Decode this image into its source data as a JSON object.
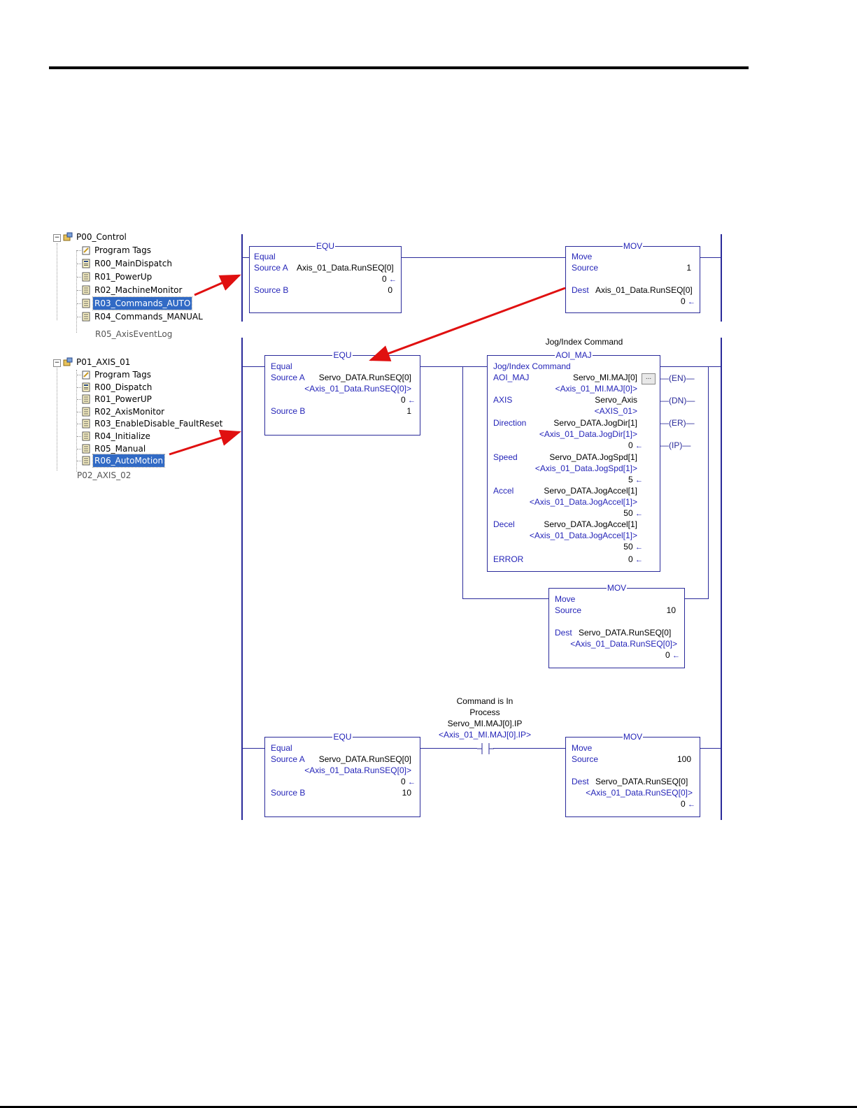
{
  "tree1": {
    "root": "P00_Control",
    "items": [
      "Program Tags",
      "R00_MainDispatch",
      "R01_PowerUp",
      "R02_MachineMonitor",
      "R03_Commands_AUTO",
      "R04_Commands_MANUAL"
    ],
    "selected_index": 4,
    "cut_label": "R05_AxisEventLog"
  },
  "tree2": {
    "root": "P01_AXIS_01",
    "items": [
      "Program Tags",
      "R00_Dispatch",
      "R01_PowerUP",
      "R02_AxisMonitor",
      "R03_EnableDisable_FaultReset",
      "R04_Initialize",
      "R05_Manual",
      "R06_AutoMotion"
    ],
    "selected_index": 7,
    "cut_label": "P02_AXIS_02"
  },
  "rung1": {
    "equ": {
      "title": "EQU",
      "name": "Equal",
      "source_a_label": "Source A",
      "source_a_tag": "Axis_01_Data.RunSEQ[0]",
      "source_a_value": "0",
      "source_b_label": "Source B",
      "source_b_value": "0"
    },
    "mov": {
      "title": "MOV",
      "name": "Move",
      "source_label": "Source",
      "source_value": "1",
      "dest_label": "Dest",
      "dest_tag": "Axis_01_Data.RunSEQ[0]",
      "dest_value": "0"
    }
  },
  "rung2": {
    "equ": {
      "title": "EQU",
      "name": "Equal",
      "source_a_label": "Source A",
      "source_a_tag": "Servo_DATA.RunSEQ[0]",
      "source_a_alias": "<Axis_01_Data.RunSEQ[0]>",
      "source_a_value": "0",
      "source_b_label": "Source B",
      "source_b_value": "1"
    },
    "aoi_caption": "Jog/Index Command",
    "aoi": {
      "title": "AOI_MAJ",
      "name": "Jog/Index Command",
      "params": [
        {
          "label": "AOI_MAJ",
          "tag": "Servo_MI.MAJ[0]",
          "alias": "<Axis_01_MI.MAJ[0]>",
          "value": ""
        },
        {
          "label": "AXIS",
          "tag": "Servo_Axis",
          "alias": "<AXIS_01>",
          "value": ""
        },
        {
          "label": "Direction",
          "tag": "Servo_DATA.JogDir[1]",
          "alias": "<Axis_01_Data.JogDir[1]>",
          "value": "0"
        },
        {
          "label": "Speed",
          "tag": "Servo_DATA.JogSpd[1]",
          "alias": "<Axis_01_Data.JogSpd[1]>",
          "value": "5"
        },
        {
          "label": "Accel",
          "tag": "Servo_DATA.JogAccel[1]",
          "alias": "<Axis_01_Data.JogAccel[1]>",
          "value": "50"
        },
        {
          "label": "Decel",
          "tag": "Servo_DATA.JogAccel[1]",
          "alias": "<Axis_01_Data.JogAccel[1]>",
          "value": "50"
        }
      ],
      "error_label": "ERROR",
      "error_value": "0",
      "ellipsis": "..."
    },
    "coils": [
      "EN",
      "DN",
      "ER",
      "IP"
    ],
    "mov": {
      "title": "MOV",
      "name": "Move",
      "source_label": "Source",
      "source_value": "10",
      "dest_label": "Dest",
      "dest_tag": "Servo_DATA.RunSEQ[0]",
      "dest_alias": "<Axis_01_Data.RunSEQ[0]>",
      "dest_value": "0"
    }
  },
  "rung3": {
    "equ": {
      "title": "EQU",
      "name": "Equal",
      "source_a_label": "Source A",
      "source_a_tag": "Servo_DATA.RunSEQ[0]",
      "source_a_alias": "<Axis_01_Data.RunSEQ[0]>",
      "source_a_value": "0",
      "source_b_label": "Source B",
      "source_b_value": "10"
    },
    "contact": {
      "desc_line1": "Command is In",
      "desc_line2": "Process",
      "tag": "Servo_MI.MAJ[0].IP",
      "alias": "<Axis_01_MI.MAJ[0].IP>"
    },
    "mov": {
      "title": "MOV",
      "name": "Move",
      "source_label": "Source",
      "source_value": "100",
      "dest_label": "Dest",
      "dest_tag": "Servo_DATA.RunSEQ[0]",
      "dest_alias": "<Axis_01_Data.RunSEQ[0]>",
      "dest_value": "0"
    }
  },
  "colors": {
    "ladder": "#2a2a9a",
    "tag_text": "#2525b8",
    "selection": "#316ac5",
    "arrow": "#e01010"
  }
}
